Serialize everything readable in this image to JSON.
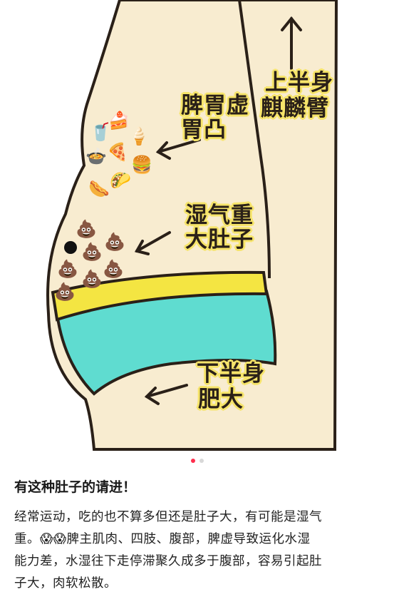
{
  "illustration": {
    "label_upper": [
      "上半身",
      "麒麟臂"
    ],
    "label_stomach": [
      "脾胃虚",
      "胃凸"
    ],
    "label_damp": [
      "湿气重",
      "大肚子"
    ],
    "label_lower": [
      "下半身",
      "肥大"
    ],
    "food_icons": [
      "🍰",
      "🥤",
      "🍦",
      "🍕",
      "🍲",
      "🍔",
      "🌭",
      "🌮"
    ],
    "poop_icons": [
      "💩",
      "💩",
      "💩",
      "💩",
      "💩",
      "💩",
      "💩"
    ]
  },
  "carousel": {
    "total": 2,
    "active": 1
  },
  "post": {
    "title": "有这种肚子的请进！",
    "body_lines": [
      "经常运动，吃的也不算多但还是肚子大，有可能是湿气",
      "重。😱😱脾主肌肉、四肢、腹部，脾虚导致运化水湿",
      "能力差，水湿往下走停滞聚久成多于腹部，容易引起肚",
      "子大，肉软松散。"
    ]
  },
  "colors": {
    "skin": "#f8ecd0",
    "band_yellow": "#f4e542",
    "briefs": "#5fdcd0",
    "outline": "#2a2018",
    "accent": "#ff2e4d"
  }
}
